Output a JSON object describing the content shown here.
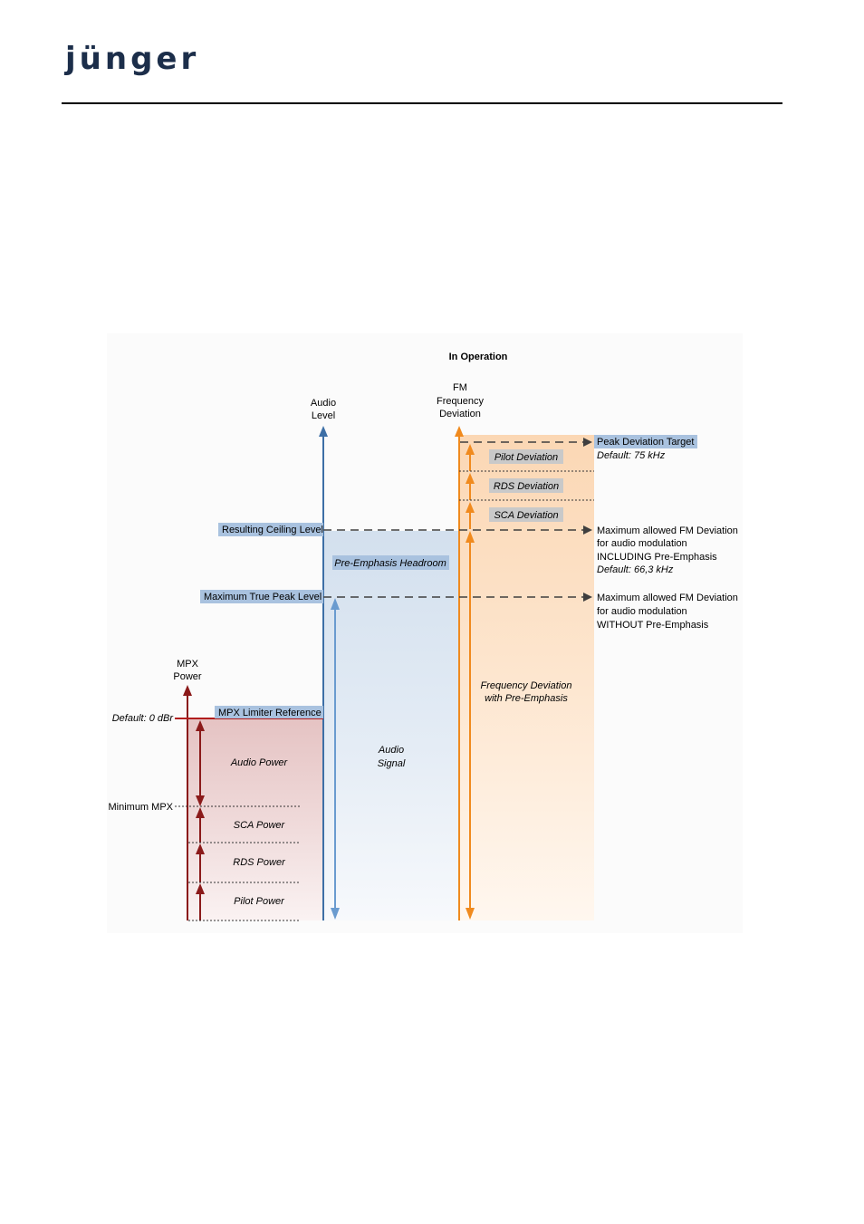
{
  "header": {
    "logo_text": "jünger"
  },
  "diagram": {
    "title": "In Operation",
    "axes": {
      "audio_level": [
        "Audio",
        "Level"
      ],
      "fm_deviation": [
        "FM",
        "Frequency",
        "Deviation"
      ],
      "mpx_power": [
        "MPX",
        "Power"
      ]
    },
    "boxes": {
      "peak_deviation_target": "Peak Deviation Target",
      "pilot_deviation": "Pilot Deviation",
      "rds_deviation": "RDS Deviation",
      "sca_deviation": "SCA Deviation",
      "resulting_ceiling_level": "Resulting Ceiling Level",
      "pre_emphasis_headroom": "Pre-Emphasis Headroom",
      "maximum_true_peak_level": "Maximum True Peak Level",
      "mpx_limiter_reference": "MPX Limiter Reference"
    },
    "notes": {
      "peak_default": "Default: 75 kHz",
      "ceiling_lines": [
        "Maximum allowed FM Deviation",
        "for audio modulation",
        "INCLUDING Pre-Emphasis"
      ],
      "ceiling_default": "Default: 66,3 kHz",
      "true_peak_lines": [
        "Maximum allowed FM Deviation",
        "for audio modulation",
        "WITHOUT Pre-Emphasis"
      ]
    },
    "regions": {
      "frequency_deviation": [
        "Frequency Deviation",
        "with Pre-Emphasis"
      ],
      "audio_signal": [
        "Audio",
        "Signal"
      ],
      "audio_power": "Audio Power",
      "sca_power": "SCA Power",
      "rds_power": "RDS Power",
      "pilot_power": "Pilot Power"
    },
    "left_labels": {
      "default_mpx": "Default: 0 dBr",
      "minimum_mpx": "Minimum MPX"
    },
    "colors": {
      "audio_axis": "#3d6fa6",
      "fm_axis": "#f08a1e",
      "mpx_axis": "#8b1a1a",
      "label_box": "#a9c2df",
      "logo": "#1c2e4a"
    }
  }
}
